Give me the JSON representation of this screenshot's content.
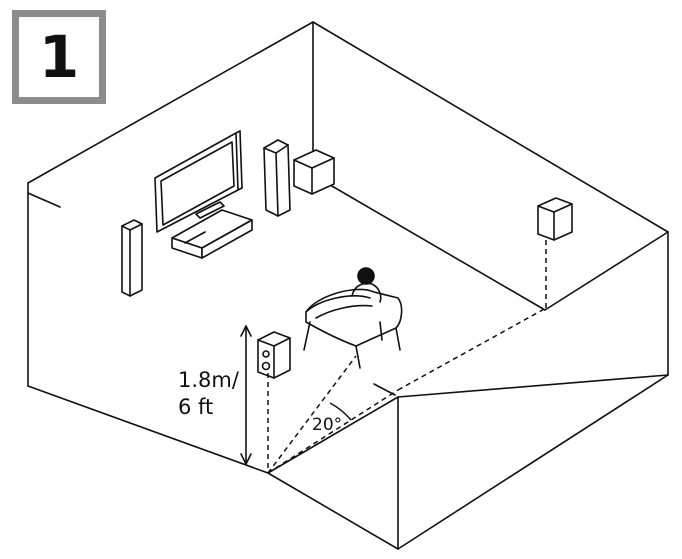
{
  "step": {
    "number": "1"
  },
  "height_label": {
    "line1": "1.8m/",
    "line2": "6 ft"
  },
  "angle_label": "20°",
  "colors": {
    "line": "#111111",
    "badge_border": "#8c8c8c",
    "background": "#ffffff"
  }
}
